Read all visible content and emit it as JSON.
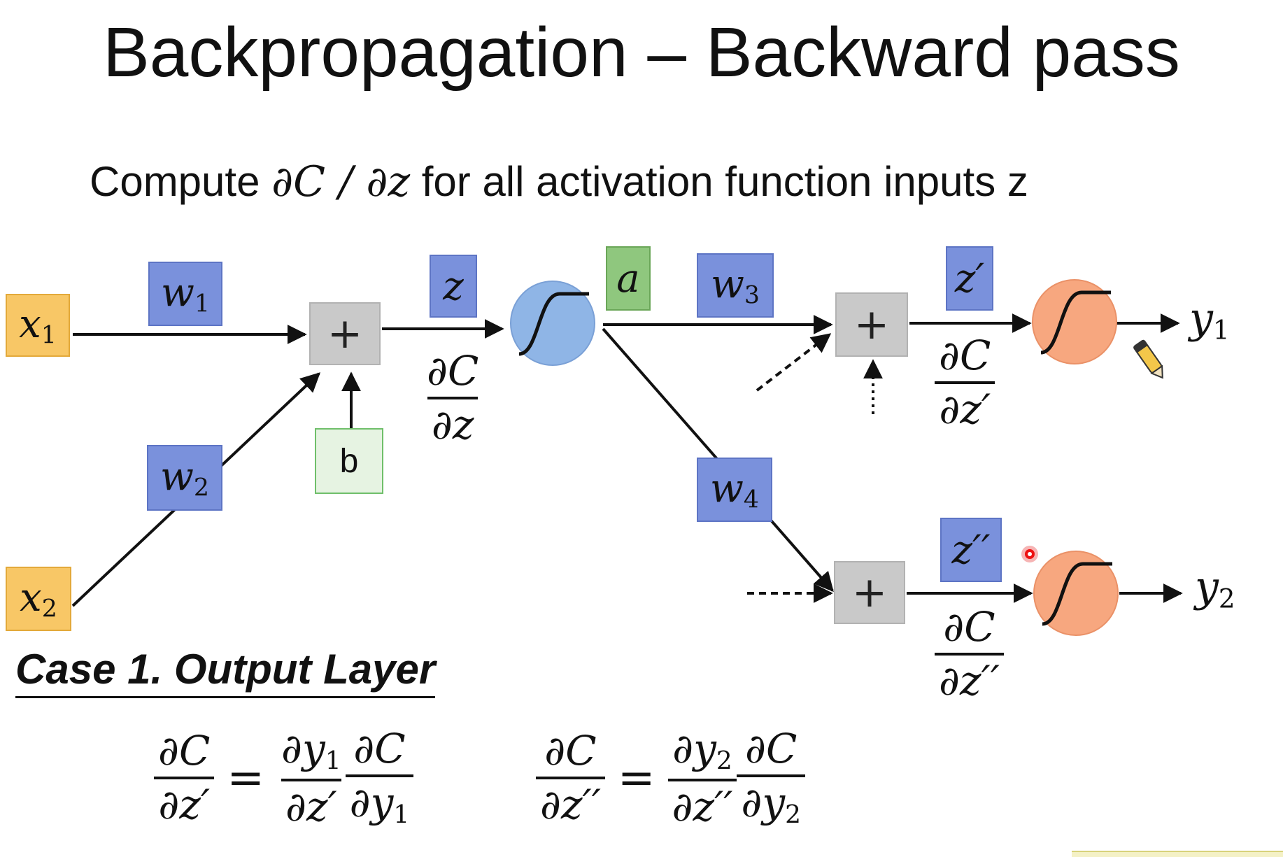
{
  "slide": {
    "title": "Backpropagation – Backward pass",
    "subtitle_prefix": "Compute ",
    "subtitle_math": "∂C / ∂z",
    "subtitle_suffix": " for all activation function inputs z"
  },
  "diagram": {
    "inputs": [
      "x1",
      "x2"
    ],
    "weights": [
      "w1",
      "w2",
      "w3",
      "w4"
    ],
    "bias": "b",
    "plus": "+",
    "z": "z",
    "a": "a",
    "z_prime": "z′",
    "z_double_prime": "z′′",
    "outputs": [
      "y1",
      "y2"
    ],
    "grad_z": {
      "num": "∂C",
      "den": "∂z"
    },
    "grad_z_prime": {
      "num": "∂C",
      "den": "∂z′"
    },
    "grad_z_double_prime": {
      "num": "∂C",
      "den": "∂z′′"
    }
  },
  "case": {
    "heading": "Case 1. Output Layer",
    "eq1": {
      "lhs_num": "∂C",
      "lhs_den": "∂z′",
      "eq": "=",
      "r1_num": "∂y1",
      "r1_den": "∂z′",
      "r2_num": "∂C",
      "r2_den": "∂y1"
    },
    "eq2": {
      "lhs_num": "∂C",
      "lhs_den": "∂z′′",
      "eq": "=",
      "r1_num": "∂y2",
      "r1_den": "∂z′′",
      "r2_num": "∂C",
      "r2_den": "∂y2"
    }
  },
  "colors": {
    "weight": "#7a91dc",
    "input": "#f8c766",
    "activation_hidden": "#8fb5e6",
    "activation_output": "#f7a77f",
    "a_box": "#8fc77e",
    "plus_box": "#c9c9c9"
  },
  "icons": {
    "cursor": "pencil-cursor-icon",
    "pointer": "laser-pointer-icon"
  }
}
